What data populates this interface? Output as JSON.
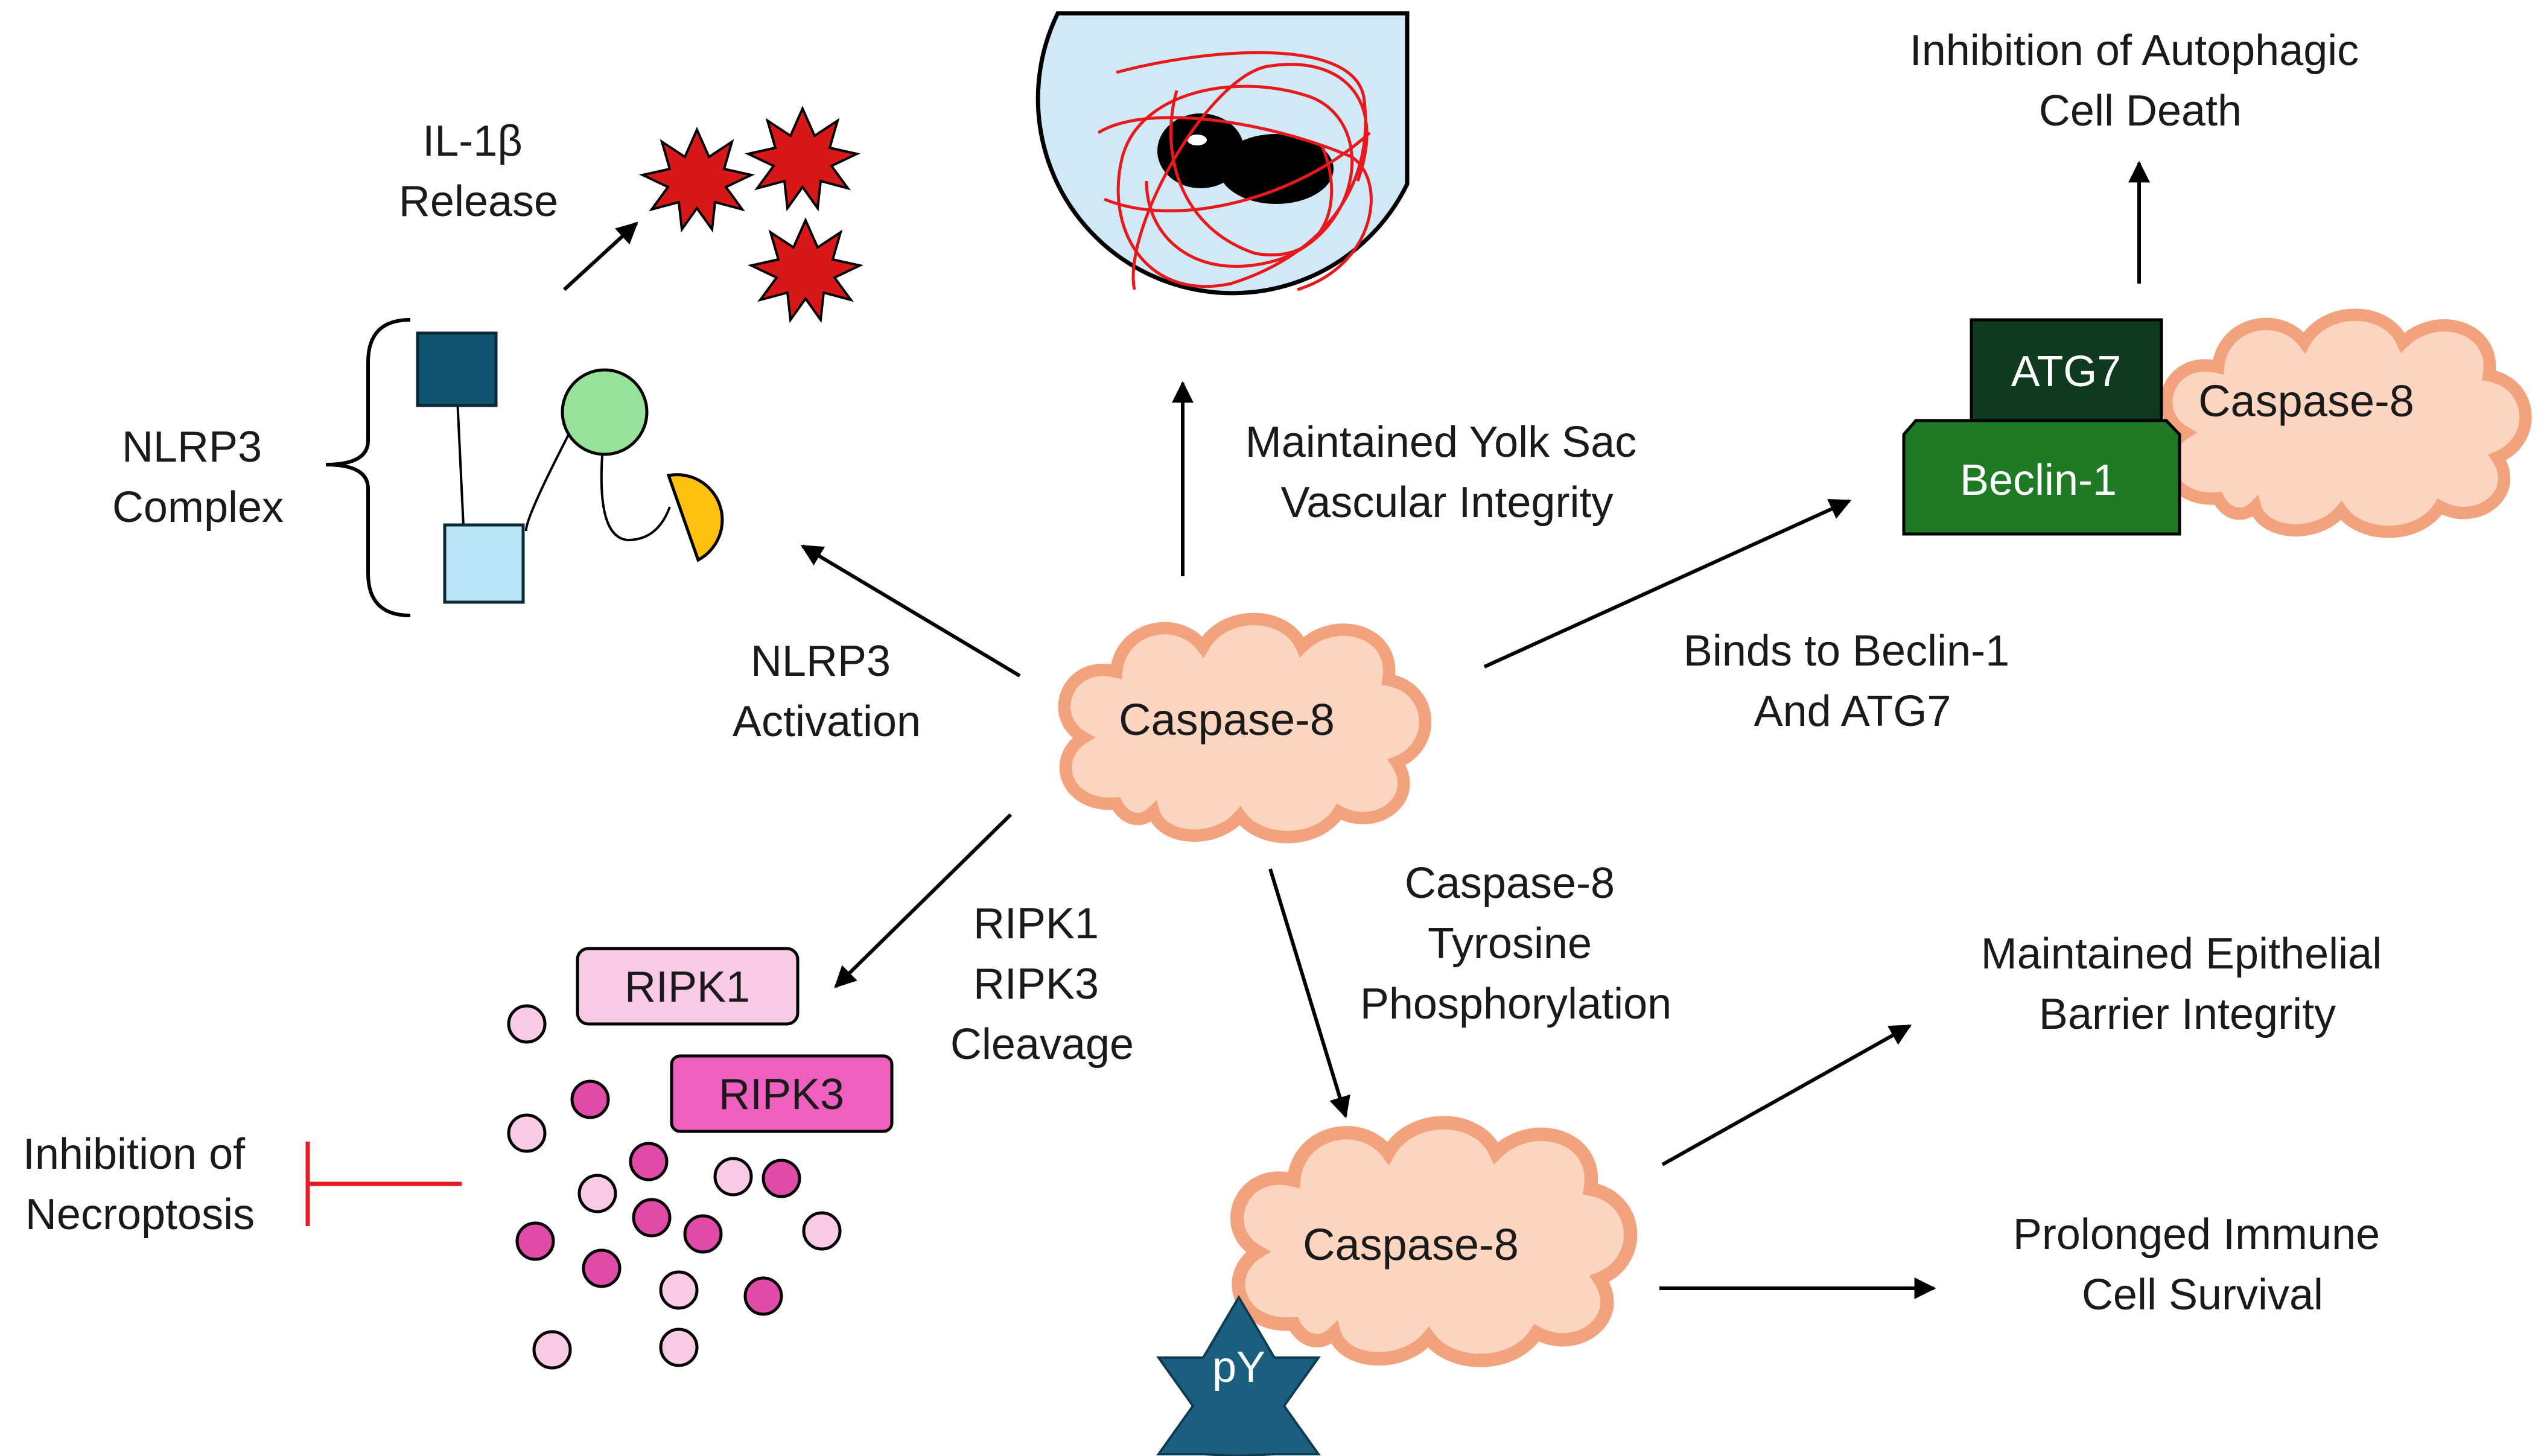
{
  "center": {
    "caspase": "Caspase-8"
  },
  "nlrp3": {
    "complex_label": [
      "NLRP3",
      "Complex"
    ],
    "activation_label": [
      "NLRP3",
      "Activation"
    ],
    "release_label": [
      "IL-1β",
      "Release"
    ]
  },
  "yolk": {
    "label": [
      "Maintained Yolk Sac",
      "Vascular Integrity"
    ]
  },
  "autophagy": {
    "outcome_label": [
      "Inhibition of Autophagic",
      "Cell Death"
    ],
    "atg7": "ATG7",
    "beclin": "Beclin-1",
    "caspase": "Caspase-8",
    "binds_label": [
      "Binds to Beclin-1",
      "And ATG7"
    ]
  },
  "necroptosis": {
    "ripk1": "RIPK1",
    "ripk3": "RIPK3",
    "cleavage_label": [
      "RIPK1",
      "RIPK3",
      "Cleavage"
    ],
    "inhibition_label": [
      "Inhibition of",
      "Necroptosis"
    ]
  },
  "phospho": {
    "label": [
      "Caspase-8",
      "Tyrosine",
      "Phosphorylation"
    ],
    "caspase": "Caspase-8",
    "py": "pY",
    "epithelial_label": [
      "Maintained Epithelial",
      "Barrier Integrity"
    ],
    "immune_label": [
      "Prolonged Immune",
      "Cell Survival"
    ]
  },
  "colors": {
    "cloud_fill": "#fcd5c0",
    "cloud_stroke": "#f2a27c",
    "atg7": "#0f3a1f",
    "beclin": "#1f7a25",
    "ripk1": "#f9c9e6",
    "ripk3": "#ee5fbf",
    "py_star": "#1b5f7f",
    "inhibit": "#e31b23",
    "burst": "#d81818"
  }
}
